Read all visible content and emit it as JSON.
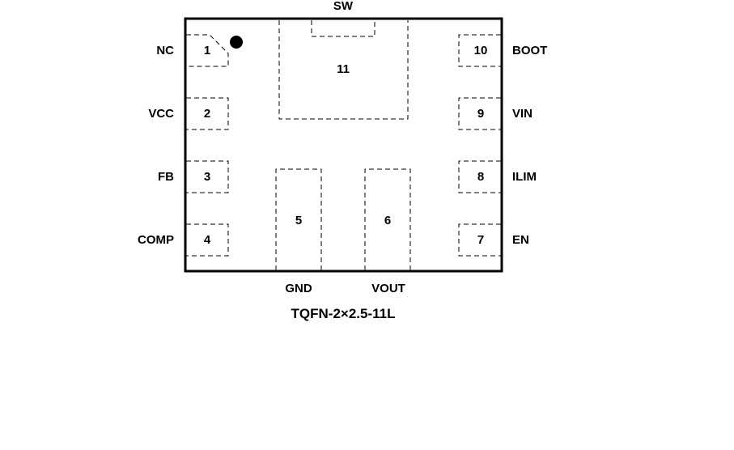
{
  "package": "TQFN-2×2.5-11L",
  "pins": {
    "p1": {
      "num": "1",
      "name": "NC"
    },
    "p2": {
      "num": "2",
      "name": "VCC"
    },
    "p3": {
      "num": "3",
      "name": "FB"
    },
    "p4": {
      "num": "4",
      "name": "COMP"
    },
    "p5": {
      "num": "5",
      "name": "GND"
    },
    "p6": {
      "num": "6",
      "name": "VOUT"
    },
    "p7": {
      "num": "7",
      "name": "EN"
    },
    "p8": {
      "num": "8",
      "name": "ILIM"
    },
    "p9": {
      "num": "9",
      "name": "VIN"
    },
    "p10": {
      "num": "10",
      "name": "BOOT"
    },
    "p11": {
      "num": "11",
      "name": "SW"
    }
  }
}
